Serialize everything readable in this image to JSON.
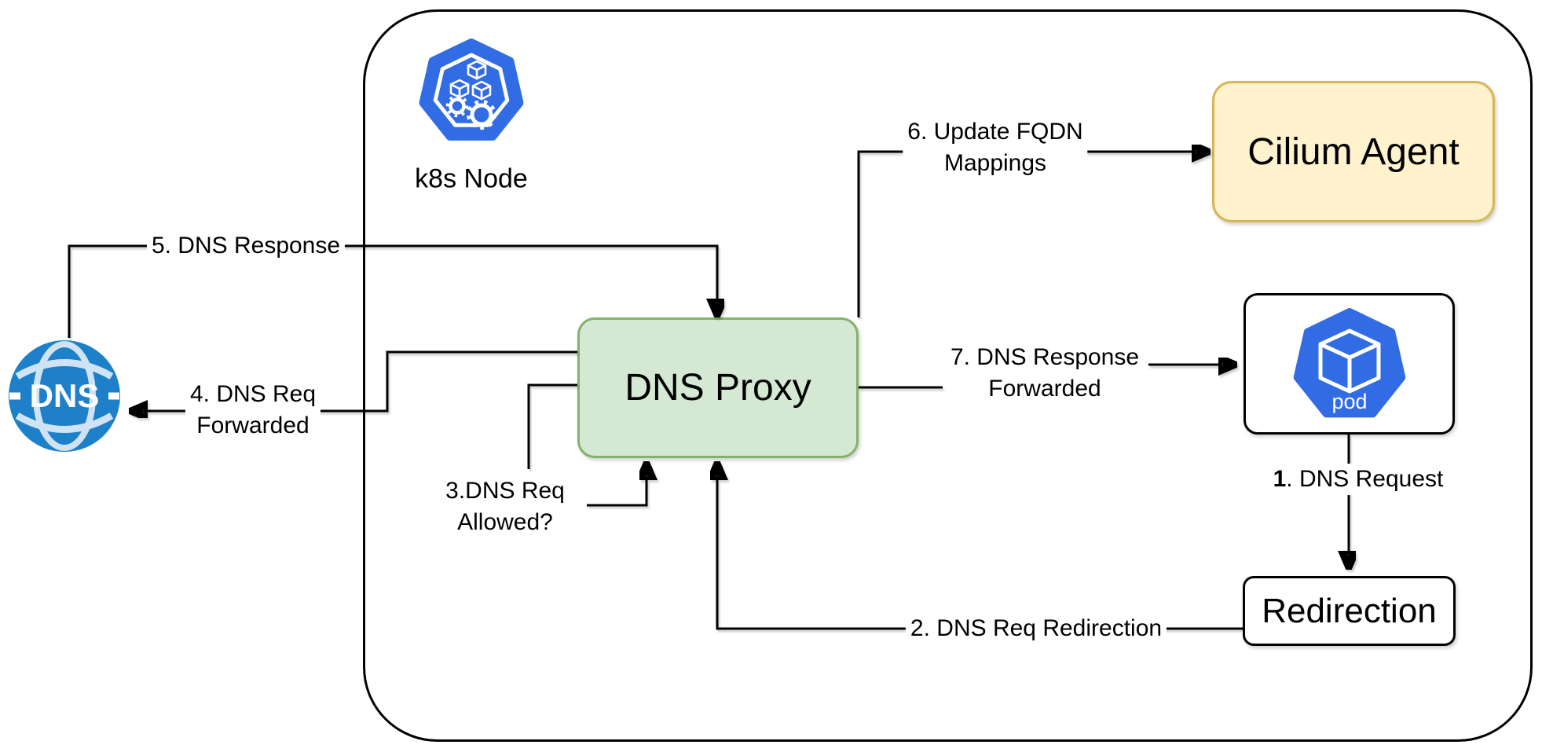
{
  "colors": {
    "line": "#000000",
    "green-fill": "#d5e8d4",
    "green-stroke": "#82b366",
    "yellow-fill": "#fff2cc",
    "yellow-stroke": "#d6b656",
    "k8s-blue": "#326ce5",
    "globe-blue": "#1d80c9",
    "globe-light": "#cfe3f5"
  },
  "node": {
    "label": "k8s Node"
  },
  "boxes": {
    "cilium_agent": "Cilium Agent",
    "dns_proxy": "DNS Proxy",
    "redirection": "Redirection",
    "pod": "pod",
    "dns_server": "DNS"
  },
  "arrows": {
    "a1_prefix": "1",
    "a1_rest": ". DNS Request",
    "a2": "2. DNS Req Redirection",
    "a3_line1": "3.DNS Req",
    "a3_line2": "Allowed?",
    "a4_line1": "4. DNS Req",
    "a4_line2": "Forwarded",
    "a5": "5. DNS Response",
    "a6_line1": "6. Update FQDN",
    "a6_line2": "Mappings",
    "a7_line1": "7. DNS Response",
    "a7_line2": "Forwarded"
  }
}
